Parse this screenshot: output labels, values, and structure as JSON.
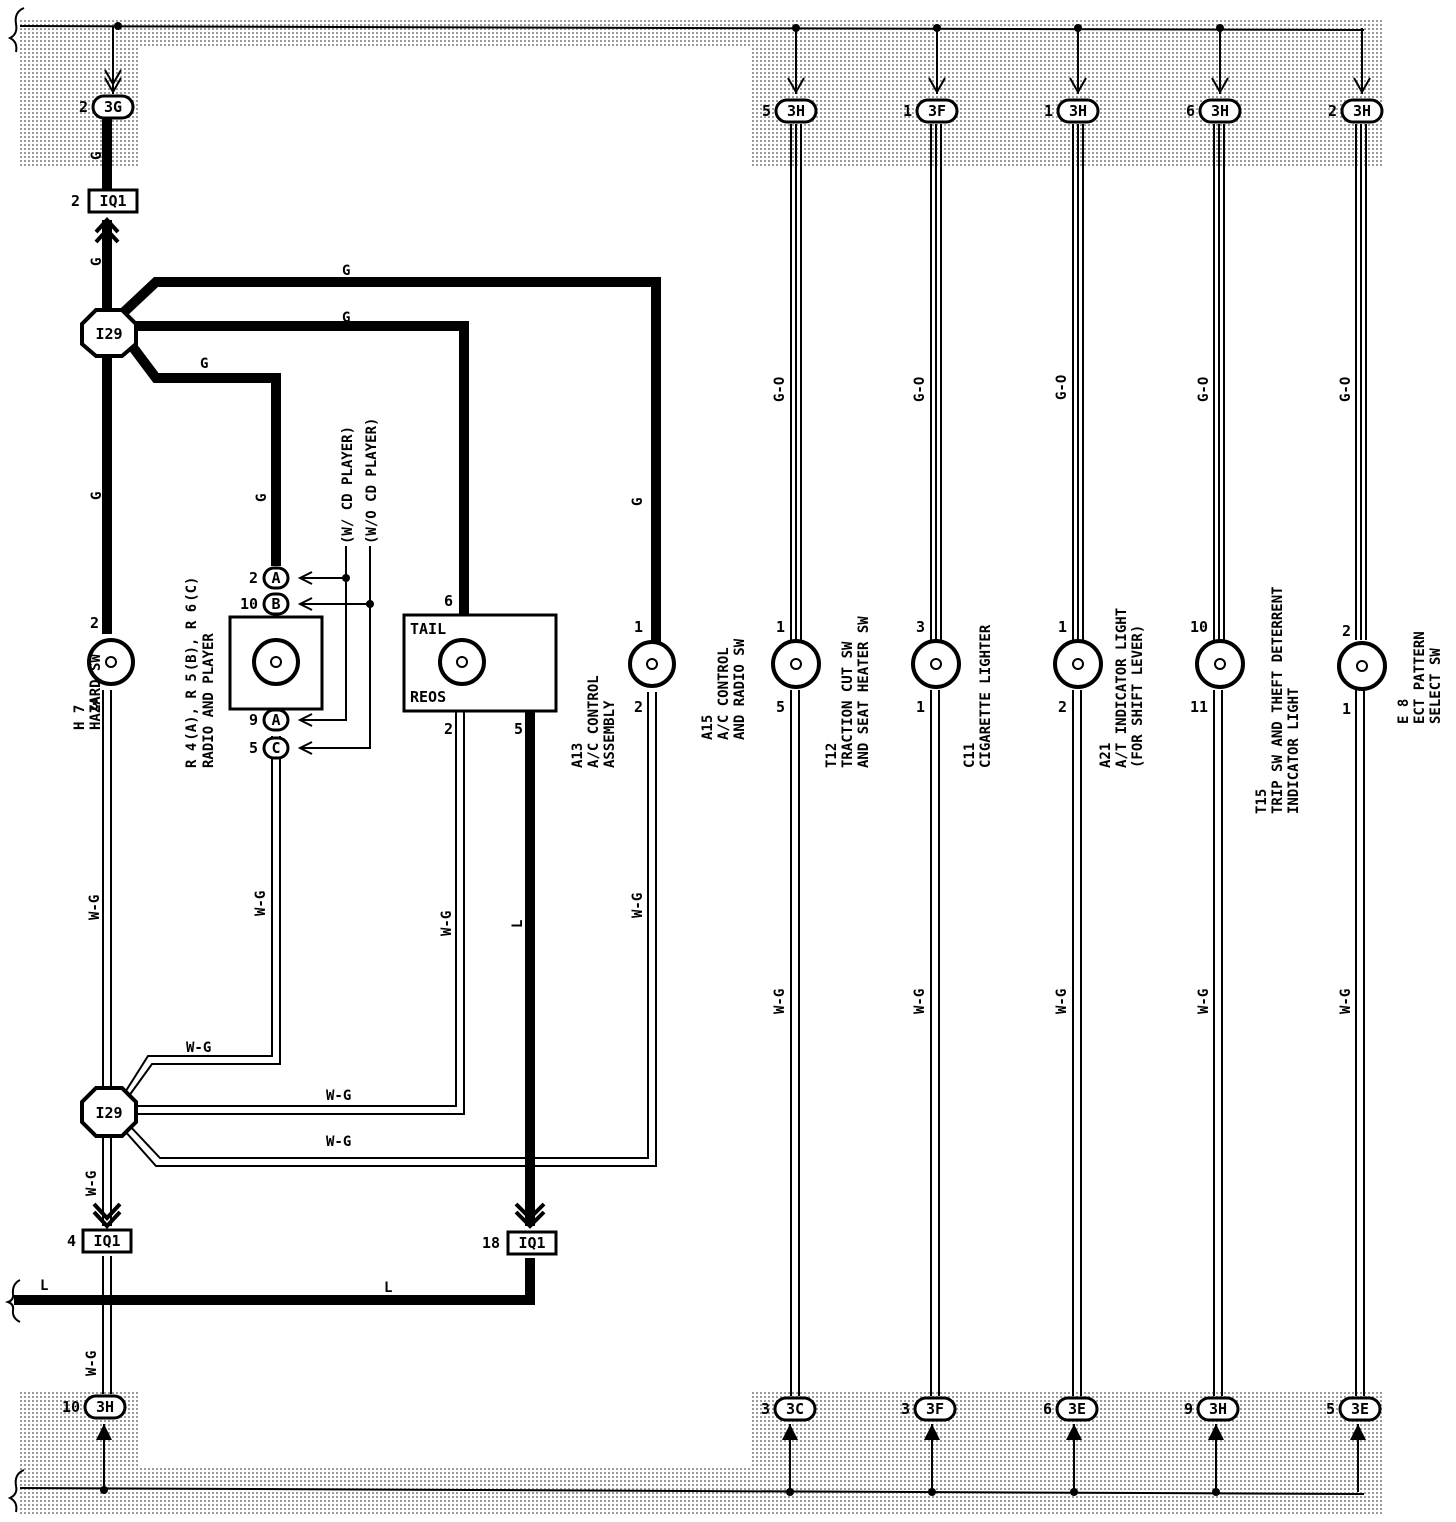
{
  "colors": {
    "ink": "#000000",
    "paper": "#ffffff",
    "shade": "#bdbdbd"
  },
  "wire_colors": {
    "g": "G",
    "go": "G-O",
    "wg": "W-G",
    "l": "L"
  },
  "junction": "I29",
  "connectors": {
    "iq1": "IQ1",
    "c3g": "3G",
    "c3h": "3H",
    "c3f": "3F",
    "c3c": "3C",
    "c3e": "3E"
  },
  "pins": {
    "p1": "1",
    "p2": "2",
    "p3": "3",
    "p4": "4",
    "p5": "5",
    "p6": "6",
    "p9": "9",
    "p10": "10",
    "p11": "11",
    "p18": "18"
  },
  "radio_terms": {
    "a": "A",
    "b": "B",
    "c": "C"
  },
  "options": {
    "with_cd": "(W/ CD PLAYER)",
    "without_cd": "(W/O CD PLAYER)"
  },
  "a13_terms": {
    "tail": "TAIL",
    "reos": "REOS"
  },
  "components": {
    "h7": {
      "code": "H 7",
      "name": [
        "HAZARD SW"
      ]
    },
    "r4": {
      "code": "R 4",
      "name": [
        "RADIO AND PLAYER"
      ],
      "sep1": ", R 5",
      "sep2": ", R 6"
    },
    "a13": {
      "code": "A13",
      "name": [
        "A/C CONTROL",
        "ASSEMBLY"
      ]
    },
    "a15": {
      "code": "A15",
      "name": [
        "A/C CONTROL",
        "AND RADIO SW"
      ]
    },
    "t12": {
      "code": "T12",
      "name": [
        "TRACTION CUT SW",
        "AND SEAT HEATER SW"
      ]
    },
    "c11": {
      "code": "C11",
      "name": [
        "CIGARETTE LIGHTER"
      ]
    },
    "a21": {
      "code": "A21",
      "name": [
        "A/T INDICATOR LIGHT",
        "(FOR SHIFT LEVER)"
      ]
    },
    "t15": {
      "code": "T15",
      "name": [
        "TRIP SW AND THEFT DETERRENT",
        "INDICATOR LIGHT"
      ]
    },
    "e8": {
      "code": "E 8",
      "name": [
        "ECT PATTERN",
        "SELECT SW"
      ]
    }
  }
}
